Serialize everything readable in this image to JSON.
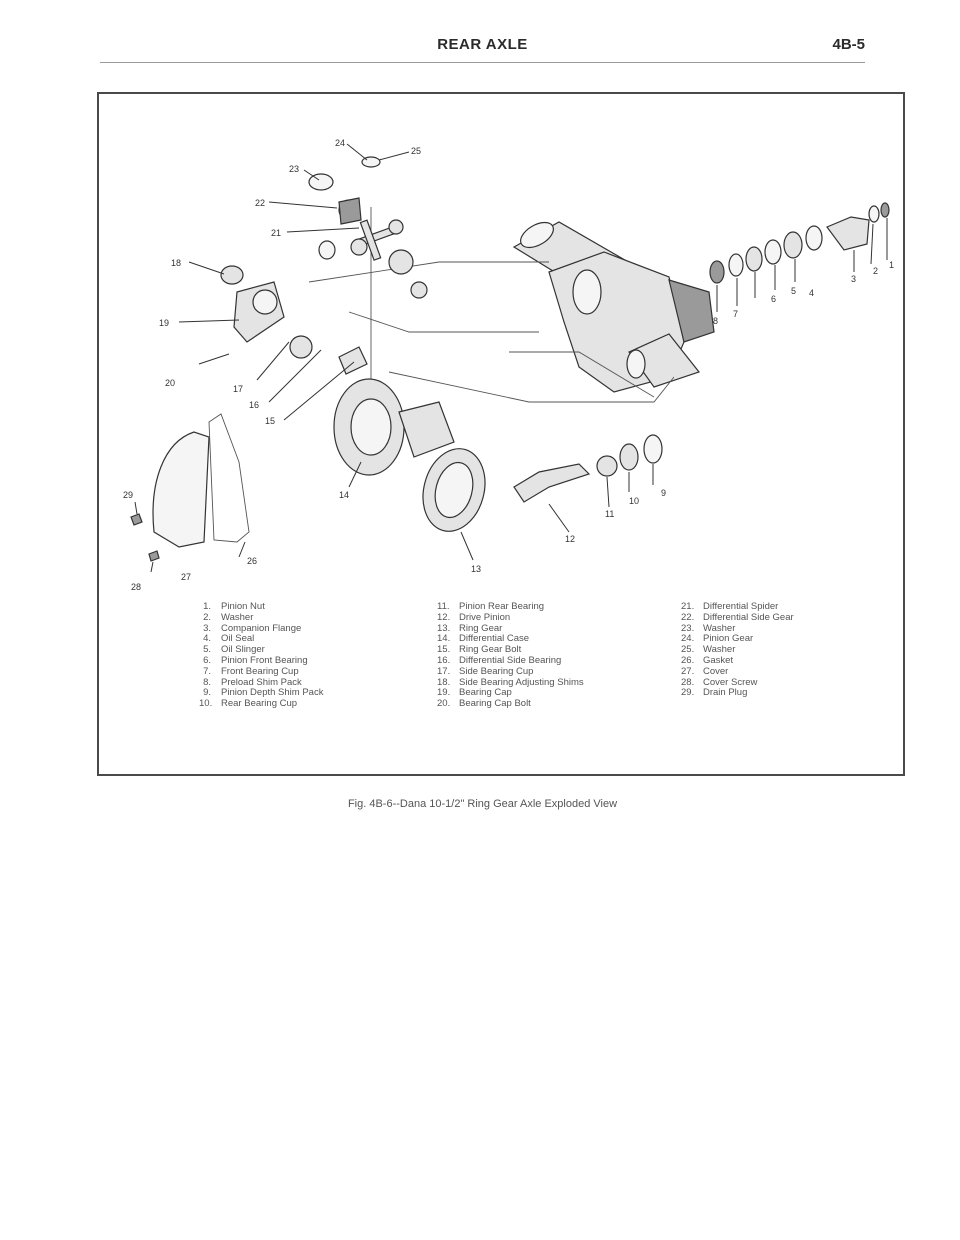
{
  "header": {
    "section_title": "REAR AXLE",
    "page_number": "4B-5"
  },
  "figure": {
    "callouts": {
      "n1": "1",
      "n2": "2",
      "n3": "3",
      "n4": "4",
      "n5": "5",
      "n6": "6",
      "n7": "7",
      "n8": "8",
      "n9": "9",
      "n10": "10",
      "n11": "11",
      "n12": "12",
      "n13": "13",
      "n14": "14",
      "n15": "15",
      "n16": "16",
      "n17": "17",
      "n18": "18",
      "n19": "19",
      "n20": "20",
      "n21": "21",
      "n22": "22",
      "n23": "23",
      "n24": "24",
      "n25": "25",
      "n26": "26",
      "n27": "27",
      "n28": "28",
      "n29": "29"
    },
    "legend": {
      "col1": [
        {
          "num": "1.",
          "name": "Pinion Nut"
        },
        {
          "num": "2.",
          "name": "Washer"
        },
        {
          "num": "3.",
          "name": "Companion Flange"
        },
        {
          "num": "4.",
          "name": "Oil Seal"
        },
        {
          "num": "5.",
          "name": "Oil Slinger"
        },
        {
          "num": "6.",
          "name": "Pinion Front Bearing"
        },
        {
          "num": "7.",
          "name": "Front Bearing Cup"
        },
        {
          "num": "8.",
          "name": "Preload Shim Pack"
        },
        {
          "num": "9.",
          "name": "Pinion Depth Shim Pack"
        },
        {
          "num": "10.",
          "name": "Rear Bearing Cup"
        }
      ],
      "col2": [
        {
          "num": "11.",
          "name": "Pinion Rear Bearing"
        },
        {
          "num": "12.",
          "name": "Drive Pinion"
        },
        {
          "num": "13.",
          "name": "Ring Gear"
        },
        {
          "num": "14.",
          "name": "Differential Case"
        },
        {
          "num": "15.",
          "name": "Ring Gear Bolt"
        },
        {
          "num": "16.",
          "name": "Differential Side Bearing"
        },
        {
          "num": "17.",
          "name": "Side Bearing Cup"
        },
        {
          "num": "18.",
          "name": "Side Bearing Adjusting Shims"
        },
        {
          "num": "19.",
          "name": "Bearing Cap"
        },
        {
          "num": "20.",
          "name": "Bearing Cap Bolt"
        }
      ],
      "col3": [
        {
          "num": "21.",
          "name": "Differential Spider"
        },
        {
          "num": "22.",
          "name": "Differential Side Gear"
        },
        {
          "num": "23.",
          "name": "Washer"
        },
        {
          "num": "24.",
          "name": "Pinion Gear"
        },
        {
          "num": "25.",
          "name": "Washer"
        },
        {
          "num": "26.",
          "name": "Gasket"
        },
        {
          "num": "27.",
          "name": "Cover"
        },
        {
          "num": "28.",
          "name": "Cover Screw"
        },
        {
          "num": "29.",
          "name": "Drain Plug"
        }
      ]
    },
    "caption": "Fig. 4B-6--Dana 10-1/2\" Ring Gear Axle Exploded View"
  }
}
